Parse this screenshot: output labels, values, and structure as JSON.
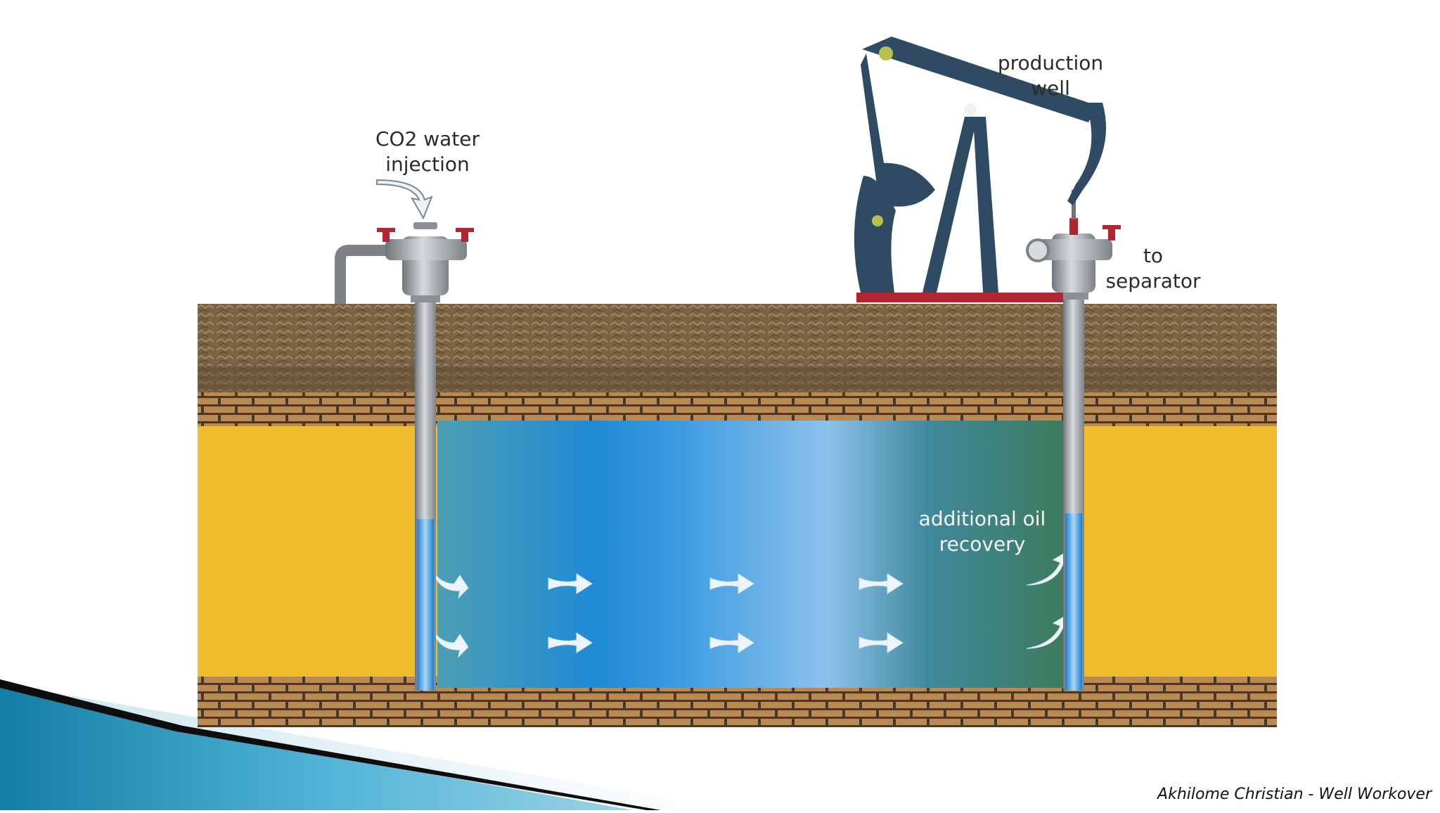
{
  "labels": {
    "injection": [
      "CO2 water",
      "injection"
    ],
    "production": [
      "production",
      "well"
    ],
    "separator": [
      "to",
      "separator"
    ],
    "recovery": [
      "additional oil",
      "recovery"
    ]
  },
  "footer": "Akhilome Christian - Well Workover",
  "colors": {
    "soil": "#7a6345",
    "brick": "#b98a55",
    "mortar": "#4a3826",
    "oil_sand": "#f0bd2c",
    "water_blue": "#1f8ad6",
    "water_green": "#3e7a5b",
    "pump_jack": "#2f4a63",
    "pipe": "#9aa0a6",
    "accent_red": "#b02630",
    "slide_teal": "#1d87ad"
  }
}
